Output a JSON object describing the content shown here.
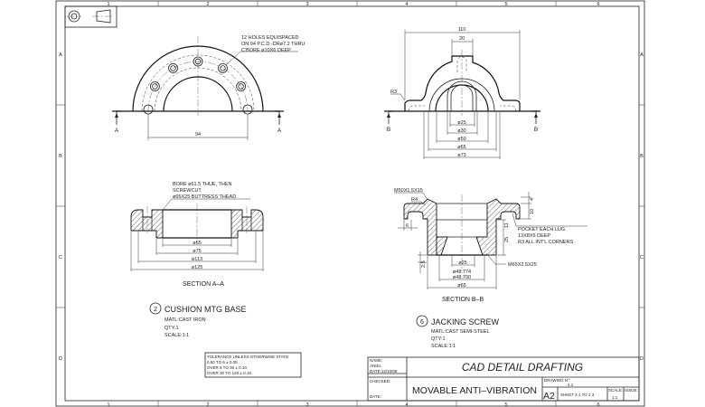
{
  "frame": {
    "columns": [
      "1",
      "2",
      "3",
      "4",
      "5",
      "6"
    ],
    "rows": [
      "A",
      "B",
      "C",
      "D"
    ]
  },
  "plan_view_base": {
    "note": [
      "12 HOLES EQUISPACED",
      "ON 94 P.C.D.-DRø7.2 THRU",
      "C'BORE ø10X6 DEEP"
    ],
    "dim": "94",
    "section_marker": "A"
  },
  "plan_view_screw": {
    "dims": {
      "overall": "110",
      "boss": "20",
      "radius": "R3"
    },
    "diameters": [
      "ø25",
      "ø30",
      "ø50",
      "ø65",
      "ø73"
    ],
    "section_marker": "B"
  },
  "section_a": {
    "note": [
      "BORE ø61.5 THUE, THEN",
      "SCREWCUT",
      "ø65X25 BUTTRESS THEAD"
    ],
    "diameters": [
      "ø65",
      "ø75",
      "ø113",
      "ø125"
    ],
    "title": "SECTION A–A"
  },
  "section_b": {
    "thread_top": "M50X1.5X15",
    "radius": "R4",
    "pocket_note": [
      "POCKET EACH LUG",
      "13X8X5 DEEP",
      "R3 ALL INT'L CORNERS"
    ],
    "thread_bottom": "M65X2.5X25",
    "dims": {
      "top": "4",
      "flange": "10",
      "upper": "11",
      "lower": "25",
      "base": "2.5",
      "lug": "6"
    },
    "diameters": [
      "ø25",
      "ø48.774",
      "ø48.700",
      "ø65"
    ],
    "title": "SECTION B–B"
  },
  "part_base": {
    "number": "2",
    "name": "CUSHION MTG BASE",
    "material": "MATL:CAST IRON",
    "qty": "QTY:1",
    "scale": "SCALE:1:1"
  },
  "part_screw": {
    "number": "6",
    "name": "JACKING SCREW",
    "material": "MATL:CAST SEMI-STEEL",
    "qty": "QTY:1",
    "scale": "SCALE:1:1"
  },
  "tolerance": [
    "TOLERANCE UNLESS OTHERWISE STATE",
    "0.50 TO 6 ± 0.05",
    "OVER 6 TO 30 ± 0.10",
    "OVER 30 TO 120 ± 0.15"
  ],
  "title_block": {
    "name_label": "NAME:",
    "name": "ARIEL",
    "date1": "DATE:12/10/08",
    "checked": "CHECKED:",
    "date2": "DATE:",
    "company": "CAD DETAIL DRAFTING",
    "drawing_title": "MOVABLE ANTI–VIBRATION",
    "drawing_no_label": "DRAWING N°:",
    "drawing_no": "2.1",
    "size": "A2",
    "sheet": "SHEET 2.1 TO 2.3",
    "scale_label": "SCALE:",
    "scale": "1:1",
    "issue_label": "ISSUE:"
  }
}
